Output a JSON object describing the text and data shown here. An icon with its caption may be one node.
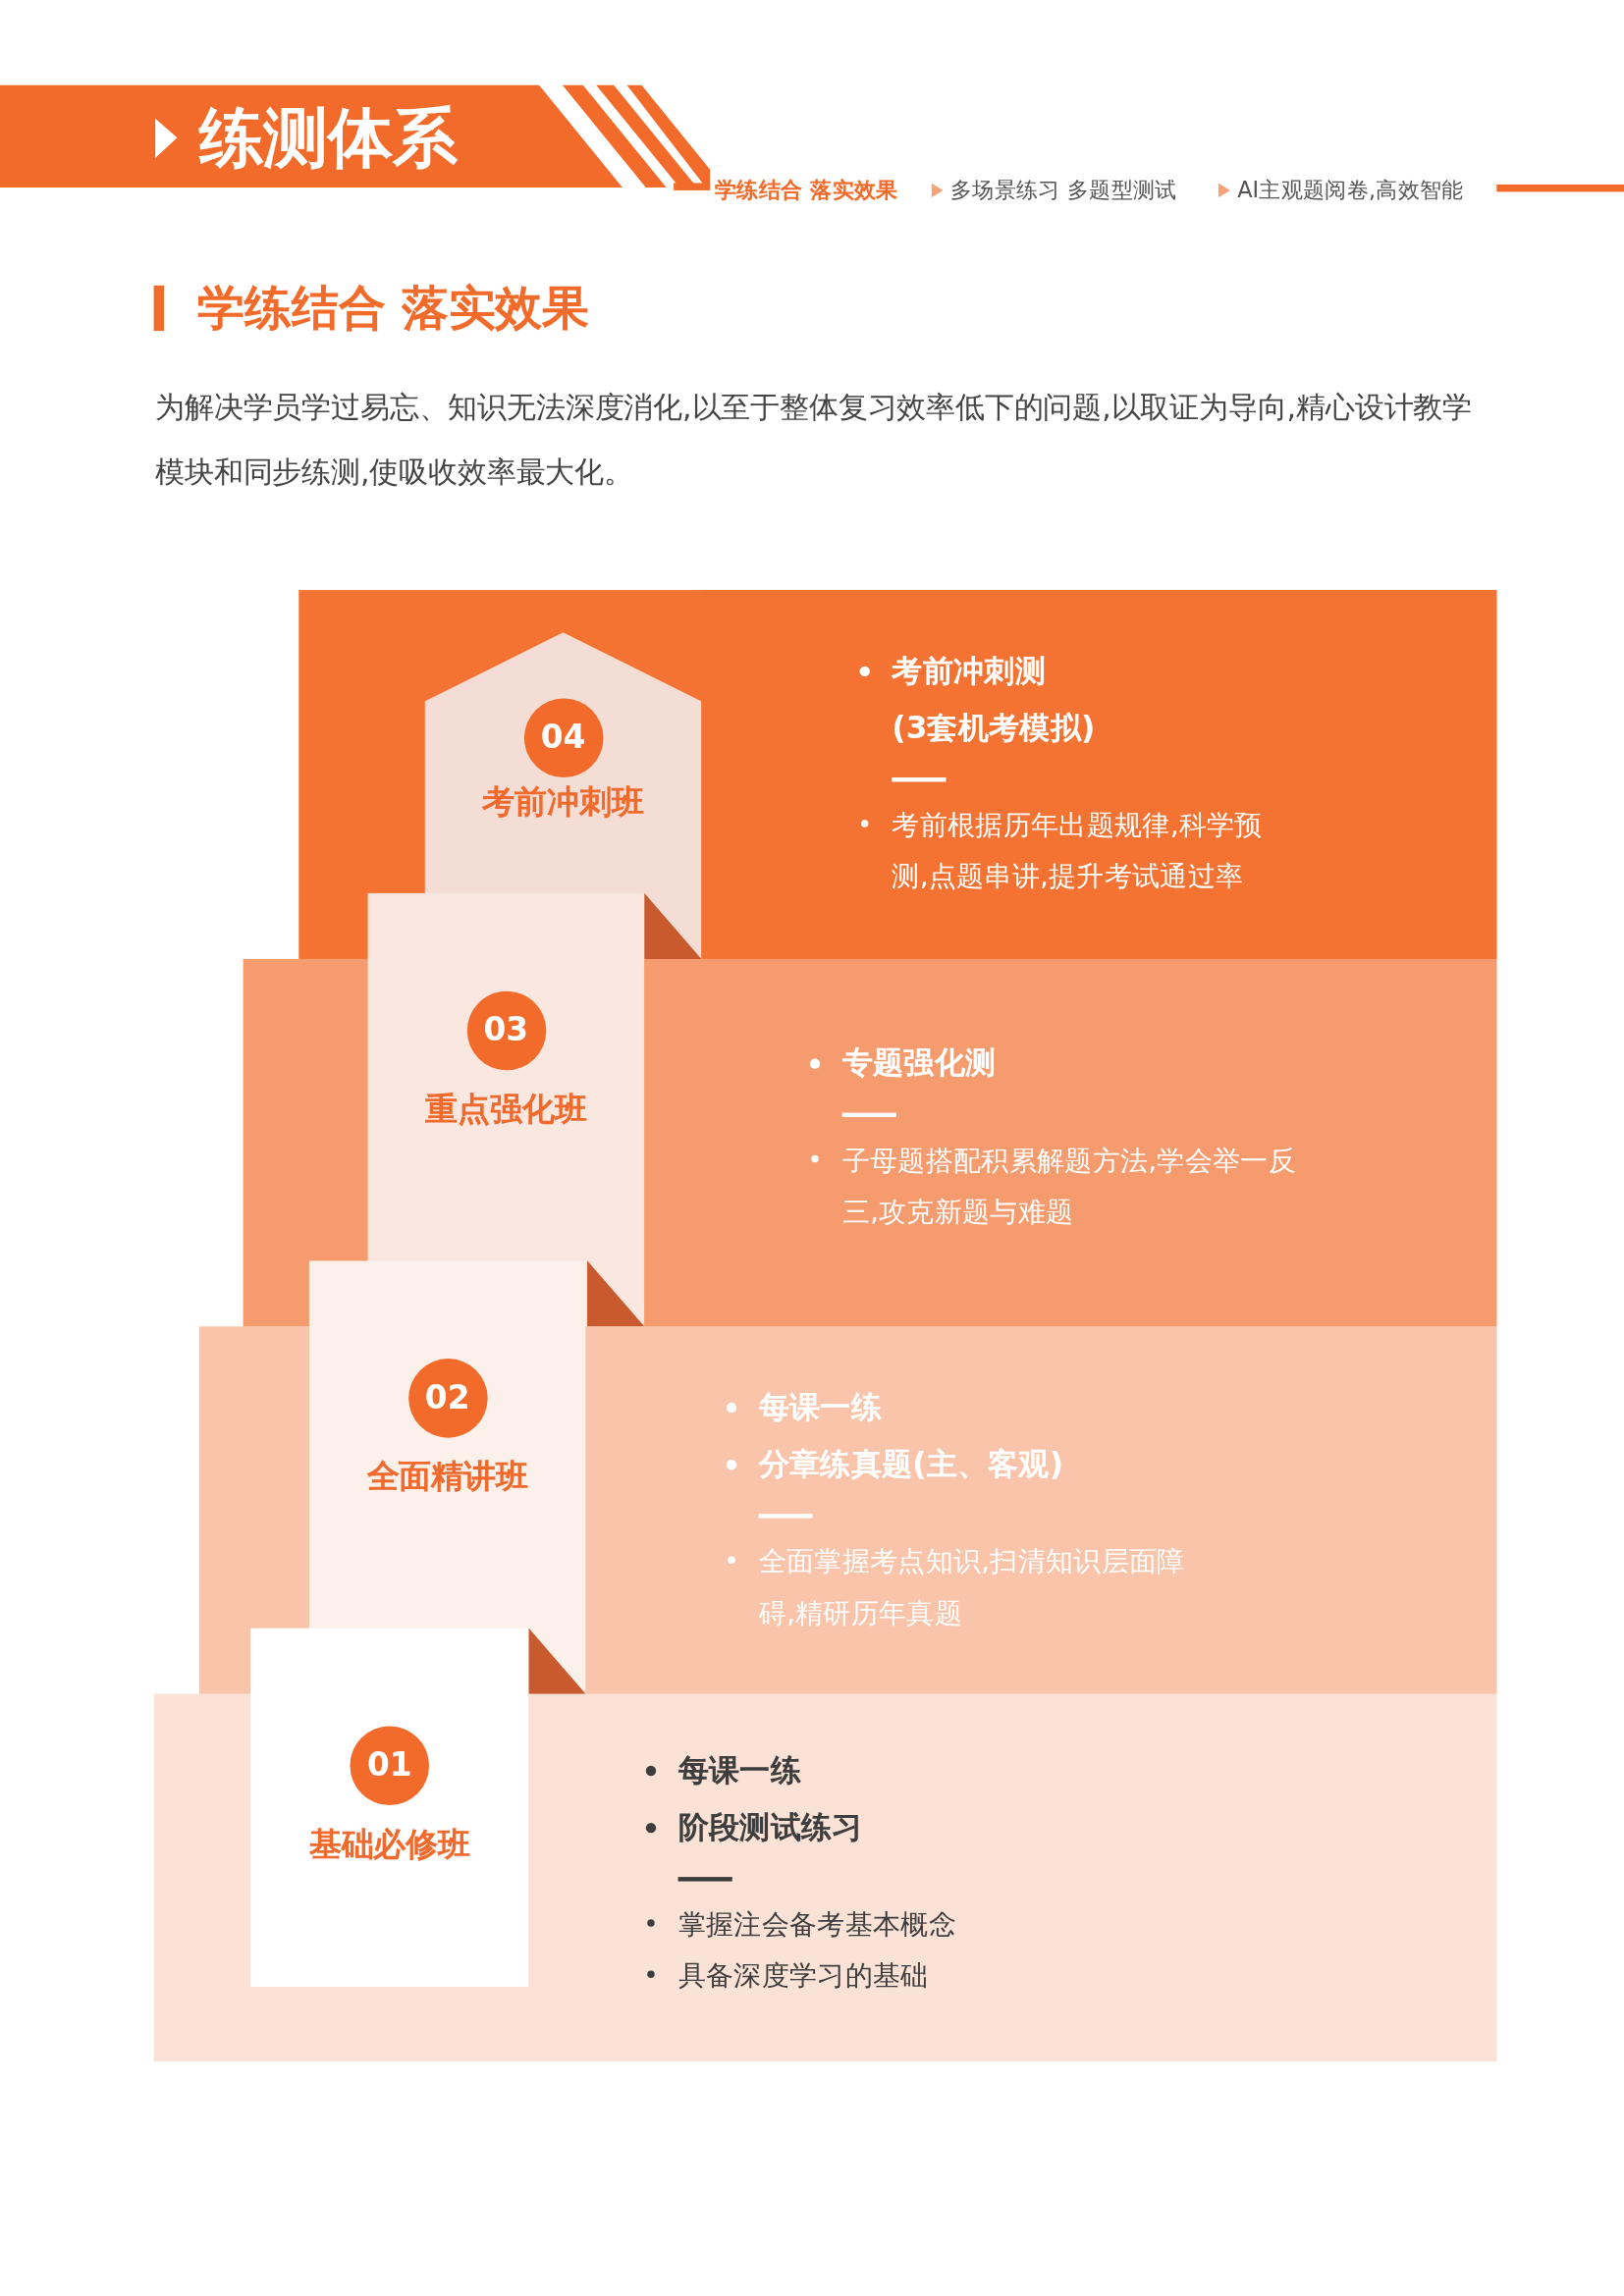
{
  "diagram": {
    "title": "练测体系",
    "nodes": [
      {
        "text": [
          "考前冲刺测(3套机考模拟)",
          "考前根据历年出题规律,科学预测,点题串讲,提升考试通过率"
        ]
      },
      {
        "text": [
          "04",
          "考前冲刺班"
        ]
      },
      {
        "text": [
          "专题强化测",
          "子母题搭配积累解题方法,学会举一反三,攻克新题与难题"
        ]
      },
      {
        "text": [
          "03",
          "重点强化班"
        ]
      },
      {
        "text": [
          "每课一练",
          "分章练真题(主、客观)",
          "全面掌握考点知识,扫清知识层面障碍,精研历年真题"
        ]
      },
      {
        "text": [
          "02",
          "全面精讲班"
        ]
      },
      {
        "text": [
          "每课一练",
          "阶段测试练习",
          "掌握注会备考基本概念",
          "具备深度学习的基础"
        ]
      },
      {
        "text": [
          "01",
          "基础必修班"
        ]
      }
    ],
    "edges": [],
    "labels": [
      "学练结合 落实效果",
      "多场景练习 多题型测试",
      "AI主观题阅卷,高效智能",
      "学练结合 落实效果",
      "为解决学员学过易忘、知识无法深度消化,以至于整体复习效率低下的问题,以取证为导向,精心设计教学模块和同步练测,使吸收效率最大化。"
    ]
  }
}
